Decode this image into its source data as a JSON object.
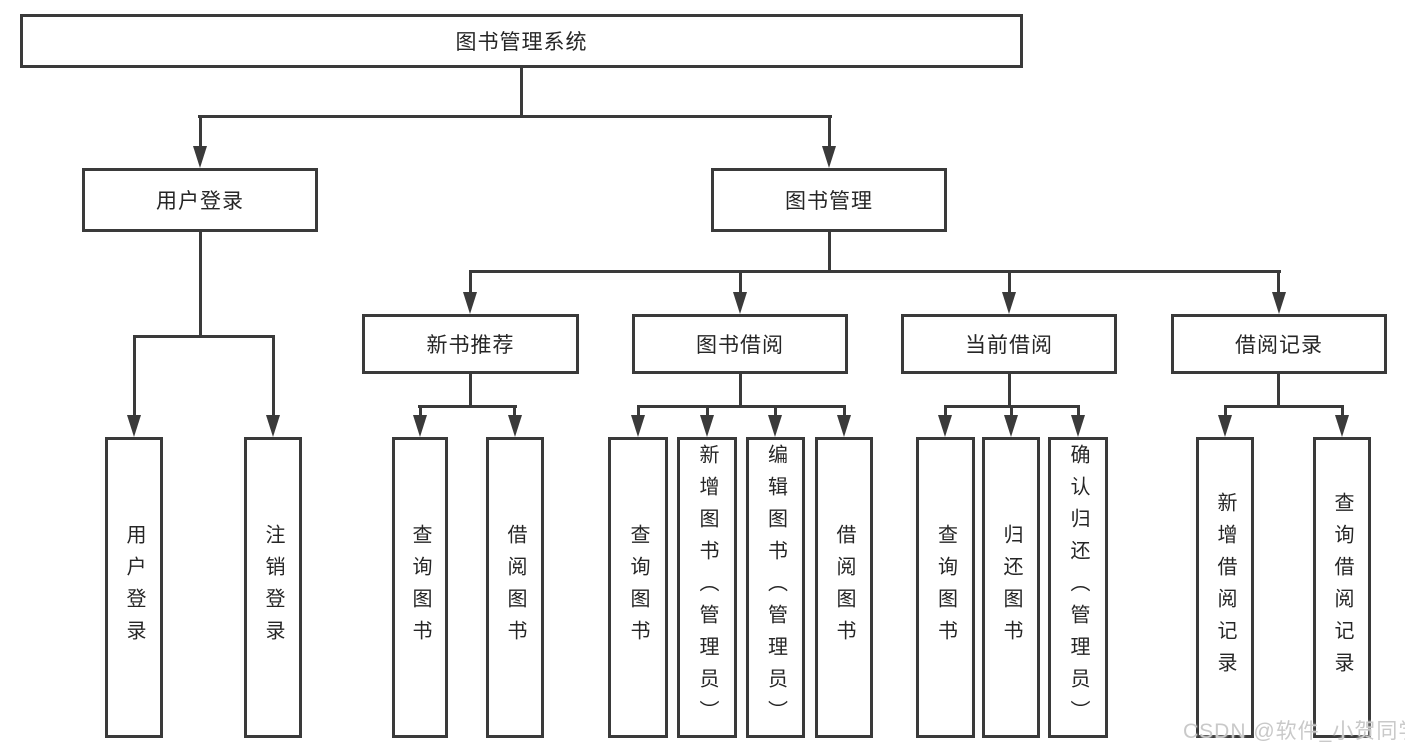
{
  "diagram_title": "图书管理系统",
  "watermark": "CSDN @软件_小贺同学",
  "colors": {
    "line": "#3a3a3a",
    "border": "#3a3a3a",
    "text": "#262626",
    "watermark": "#c9c9c9",
    "background": "#ffffff"
  },
  "nodes": {
    "root": {
      "label": "图书管理系统"
    },
    "user_login": {
      "label": "用户登录"
    },
    "book_mgmt": {
      "label": "图书管理"
    },
    "new_book_rec": {
      "label": "新书推荐"
    },
    "book_borrow": {
      "label": "图书借阅"
    },
    "current_borrow": {
      "label": "当前借阅"
    },
    "borrow_records": {
      "label": "借阅记录"
    },
    "ul_user_login": {
      "label": "用户登录"
    },
    "ul_logout": {
      "label": "注销登录"
    },
    "nbr_query_books": {
      "label": "查询图书"
    },
    "nbr_borrow_books": {
      "label": "借阅图书"
    },
    "bb_query_books": {
      "label": "查询图书"
    },
    "bb_add_books": {
      "label": "新增图书（管理员）"
    },
    "bb_edit_books": {
      "label": "编辑图书（管理员）"
    },
    "bb_borrow_books": {
      "label": "借阅图书"
    },
    "cb_query_books": {
      "label": "查询图书"
    },
    "cb_return_books": {
      "label": "归还图书"
    },
    "cb_confirm_return": {
      "label": "确认归还（管理员）"
    },
    "br_add_record": {
      "label": "新增借阅记录"
    },
    "br_query_record": {
      "label": "查询借阅记录"
    }
  },
  "structure": {
    "root": [
      "user_login",
      "book_mgmt"
    ],
    "user_login": [
      "ul_user_login",
      "ul_logout"
    ],
    "book_mgmt": [
      "new_book_rec",
      "book_borrow",
      "current_borrow",
      "borrow_records"
    ],
    "new_book_rec": [
      "nbr_query_books",
      "nbr_borrow_books"
    ],
    "book_borrow": [
      "bb_query_books",
      "bb_add_books",
      "bb_edit_books",
      "bb_borrow_books"
    ],
    "current_borrow": [
      "cb_query_books",
      "cb_return_books",
      "cb_confirm_return"
    ],
    "borrow_records": [
      "br_add_record",
      "br_query_record"
    ]
  }
}
